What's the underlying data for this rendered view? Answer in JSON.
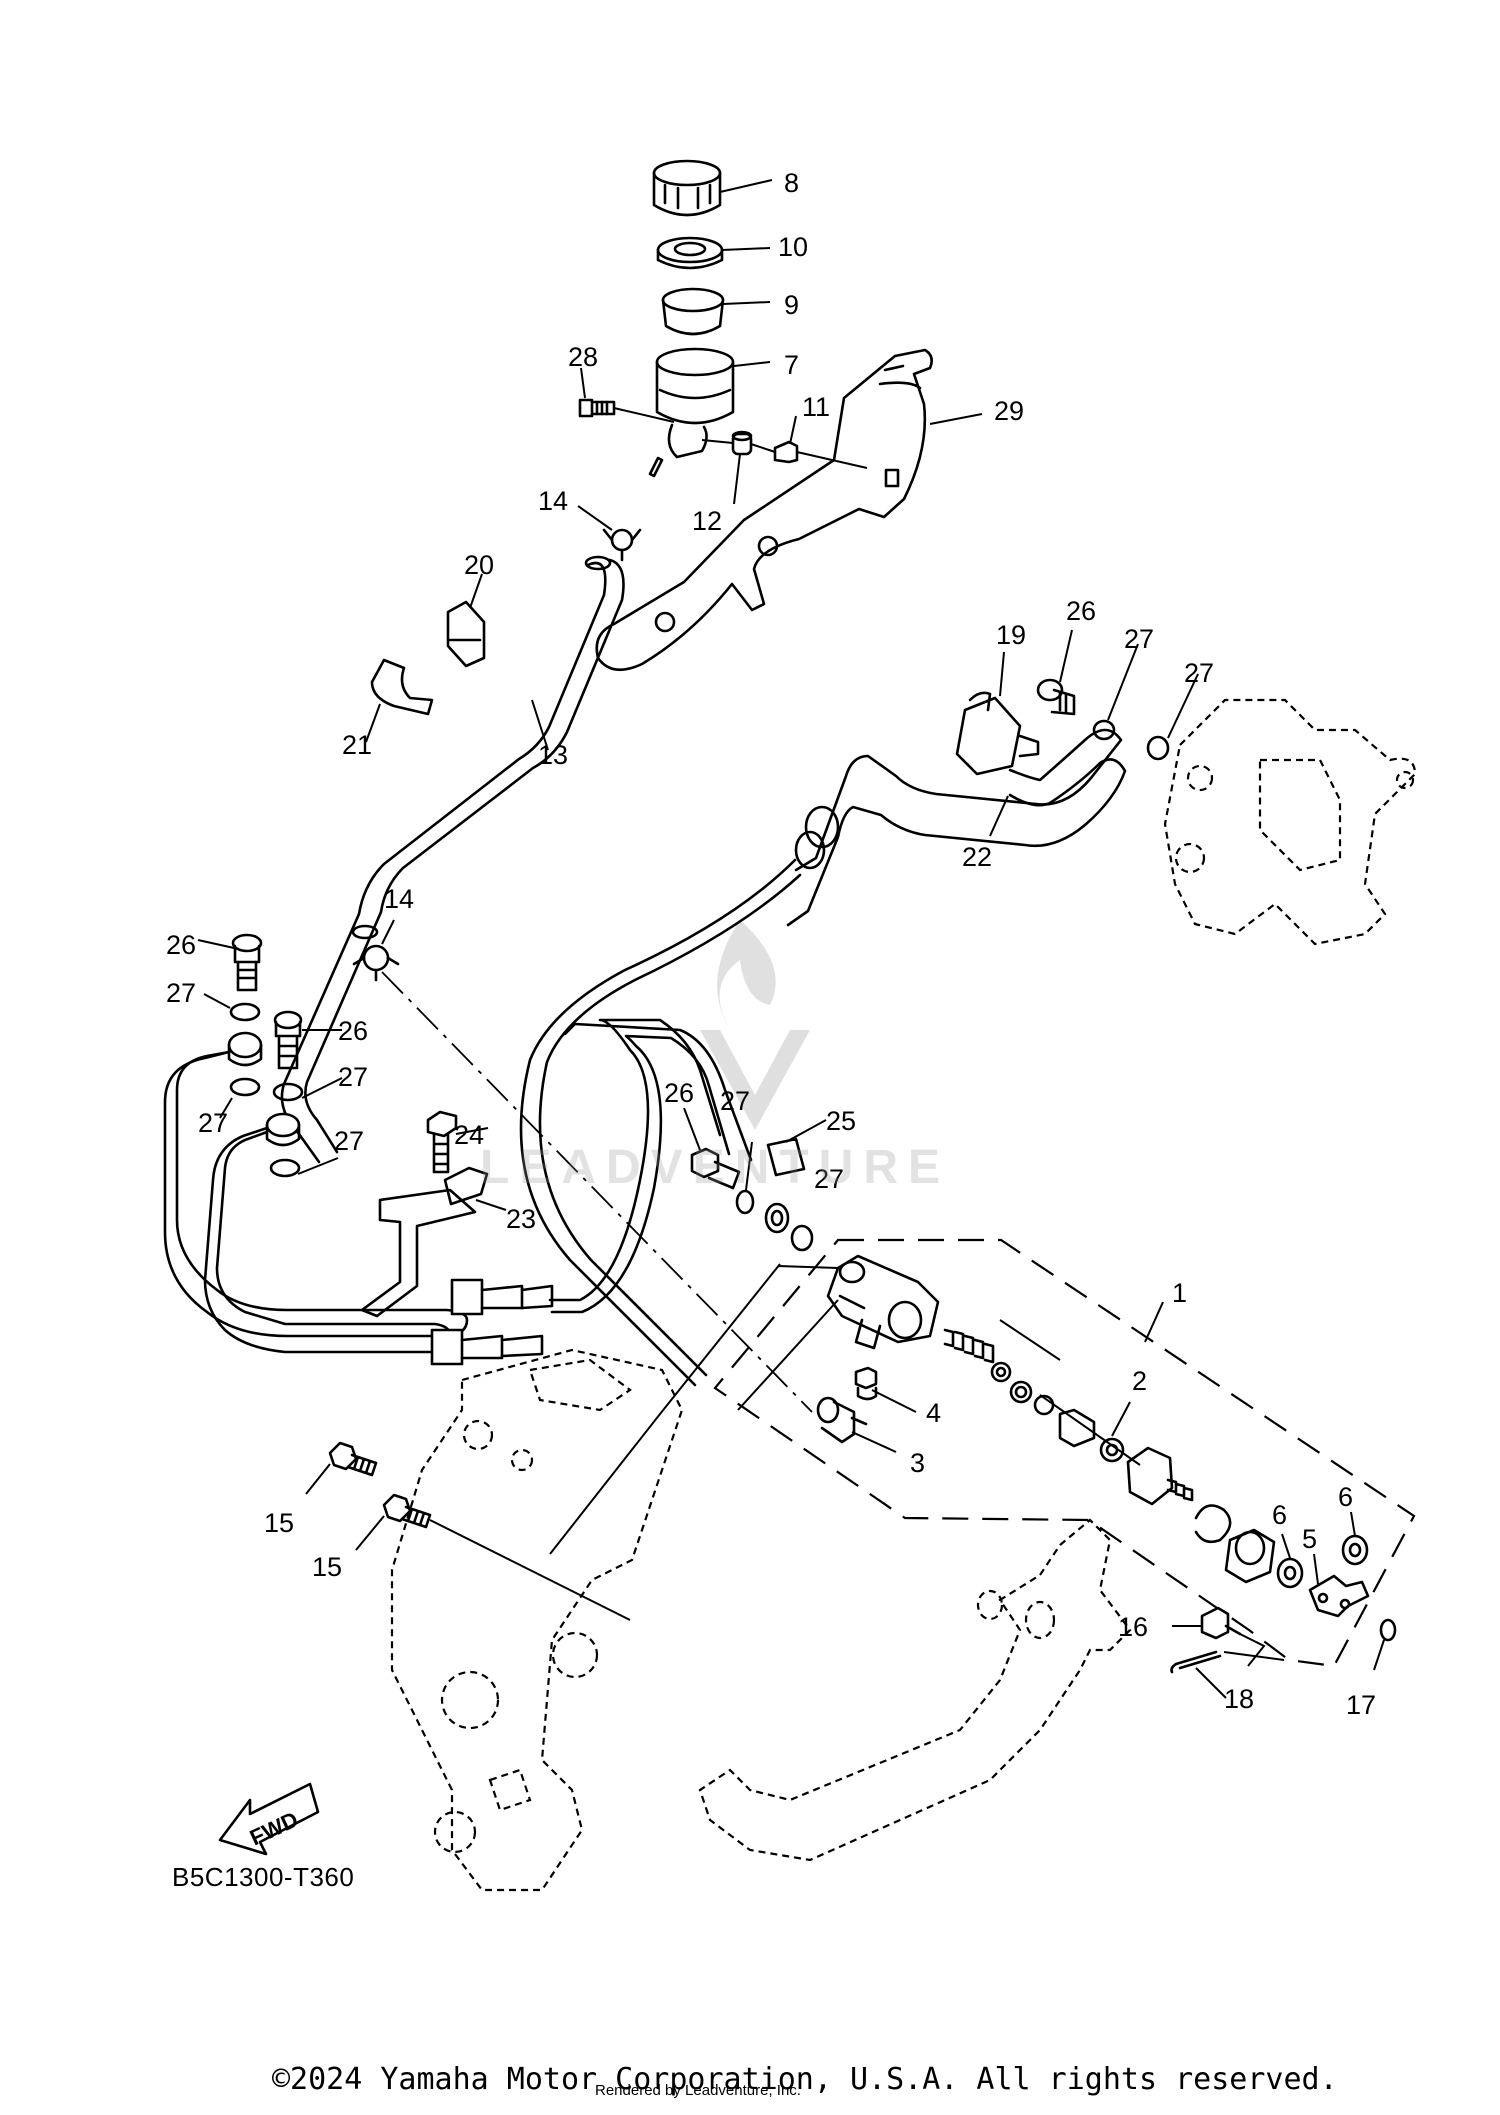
{
  "diagram": {
    "code": "B5C1300-T360",
    "fwd_label": "FWD",
    "callouts": [
      {
        "id": "c8",
        "label": "8"
      },
      {
        "id": "c10",
        "label": "10"
      },
      {
        "id": "c9",
        "label": "9"
      },
      {
        "id": "c28",
        "label": "28"
      },
      {
        "id": "c7",
        "label": "7"
      },
      {
        "id": "c11",
        "label": "11"
      },
      {
        "id": "c29",
        "label": "29"
      },
      {
        "id": "c14a",
        "label": "14"
      },
      {
        "id": "c12",
        "label": "12"
      },
      {
        "id": "c20",
        "label": "20"
      },
      {
        "id": "c21",
        "label": "21"
      },
      {
        "id": "c13",
        "label": "13"
      },
      {
        "id": "c19",
        "label": "19"
      },
      {
        "id": "c26a",
        "label": "26"
      },
      {
        "id": "c27a",
        "label": "27"
      },
      {
        "id": "c27b",
        "label": "27"
      },
      {
        "id": "c22",
        "label": "22"
      },
      {
        "id": "c14b",
        "label": "14"
      },
      {
        "id": "c26b",
        "label": "26"
      },
      {
        "id": "c27c",
        "label": "27"
      },
      {
        "id": "c26c",
        "label": "26"
      },
      {
        "id": "c27d",
        "label": "27"
      },
      {
        "id": "c27e",
        "label": "27"
      },
      {
        "id": "c27f",
        "label": "27"
      },
      {
        "id": "c26d",
        "label": "26"
      },
      {
        "id": "c27g",
        "label": "27"
      },
      {
        "id": "c25",
        "label": "25"
      },
      {
        "id": "c24",
        "label": "24"
      },
      {
        "id": "c27h",
        "label": "27"
      },
      {
        "id": "c23",
        "label": "23"
      },
      {
        "id": "c1",
        "label": "1"
      },
      {
        "id": "c2",
        "label": "2"
      },
      {
        "id": "c4",
        "label": "4"
      },
      {
        "id": "c3",
        "label": "3"
      },
      {
        "id": "c6a",
        "label": "6"
      },
      {
        "id": "c6b",
        "label": "6"
      },
      {
        "id": "c5",
        "label": "5"
      },
      {
        "id": "c15a",
        "label": "15"
      },
      {
        "id": "c15b",
        "label": "15"
      },
      {
        "id": "c16",
        "label": "16"
      },
      {
        "id": "c18",
        "label": "18"
      },
      {
        "id": "c17",
        "label": "17"
      }
    ]
  },
  "watermark": {
    "text": "LEADVENTURE"
  },
  "footer": {
    "copyright": "©2024 Yamaha Motor Corporation, U.S.A. All rights reserved.",
    "rendered_by": "Rendered by Leadventure, Inc."
  }
}
